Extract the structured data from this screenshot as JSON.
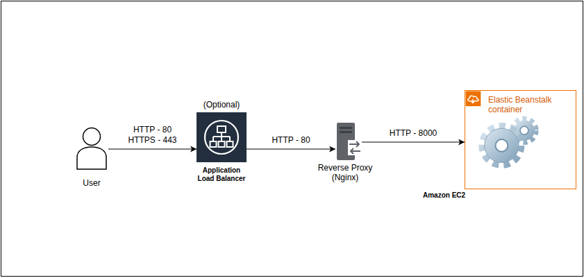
{
  "diagram": {
    "nodes": [
      {
        "text": [
          "User"
        ]
      },
      {
        "text": [
          "(Optional)",
          "Application Load Balancer"
        ]
      },
      {
        "text": [
          "Reverse Proxy (Nginx)"
        ]
      },
      {
        "text": [
          "Elastic Beanstalk container"
        ]
      }
    ],
    "edges": [
      {
        "from": 0,
        "to": 1,
        "arrow": "to",
        "label": "HTTP - 80 HTTPS - 443"
      },
      {
        "from": 1,
        "to": 2,
        "arrow": "to",
        "label": "HTTP - 80"
      },
      {
        "from": 2,
        "to": 3,
        "arrow": "to",
        "label": "HTTP - 8000"
      }
    ],
    "labels": [
      "Amazon EC2"
    ]
  }
}
